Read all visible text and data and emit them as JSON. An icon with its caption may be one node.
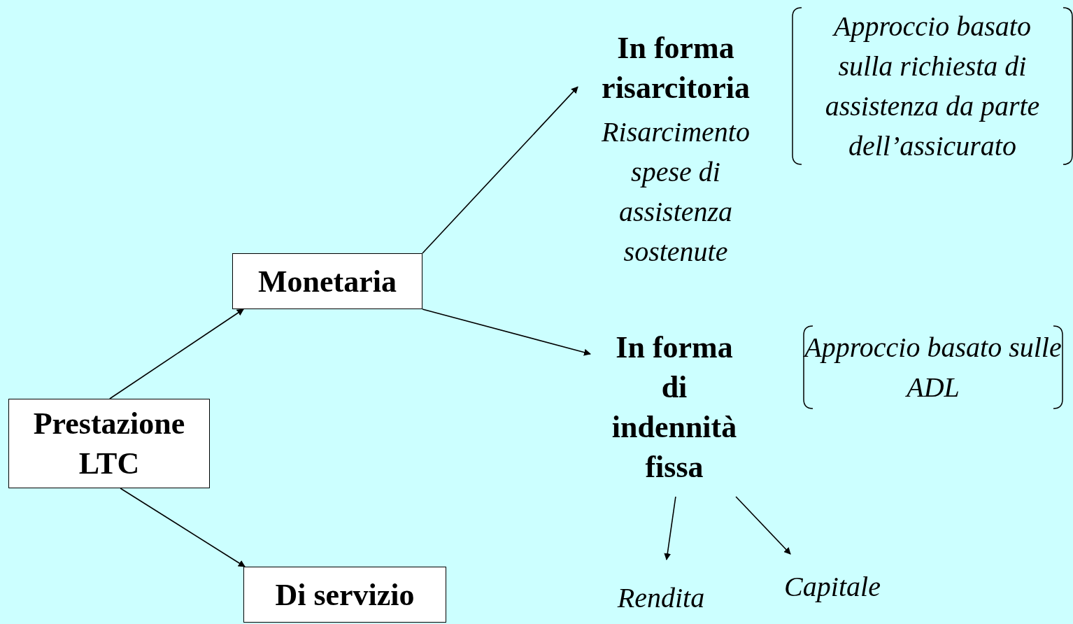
{
  "diagram": {
    "nodes": [
      {
        "text": [
          "Prestazione LTC"
        ]
      },
      {
        "text": [
          "Monetaria"
        ]
      },
      {
        "text": [
          "Di servizio"
        ]
      },
      {
        "text": [
          "In forma risarcitoria",
          "Risarcimento spese di assistenza sostenute"
        ]
      },
      {
        "text": [
          "Approccio basato sulla richiesta di assistenza da parte dell’assicurato"
        ]
      },
      {
        "text": [
          "In forma di indennità fissa"
        ]
      },
      {
        "text": [
          "Approccio basato sulle ADL"
        ]
      },
      {
        "text": [
          "Rendita"
        ]
      },
      {
        "text": [
          "Capitale"
        ]
      }
    ],
    "edges": [
      {
        "from": 0,
        "to": 1,
        "arrow": "to"
      },
      {
        "from": 0,
        "to": 2,
        "arrow": "to"
      },
      {
        "from": 1,
        "to": 3,
        "arrow": "to"
      },
      {
        "from": 1,
        "to": 5,
        "arrow": "to"
      },
      {
        "from": 5,
        "to": 7,
        "arrow": "to"
      },
      {
        "from": 5,
        "to": 8,
        "arrow": "to"
      }
    ]
  }
}
